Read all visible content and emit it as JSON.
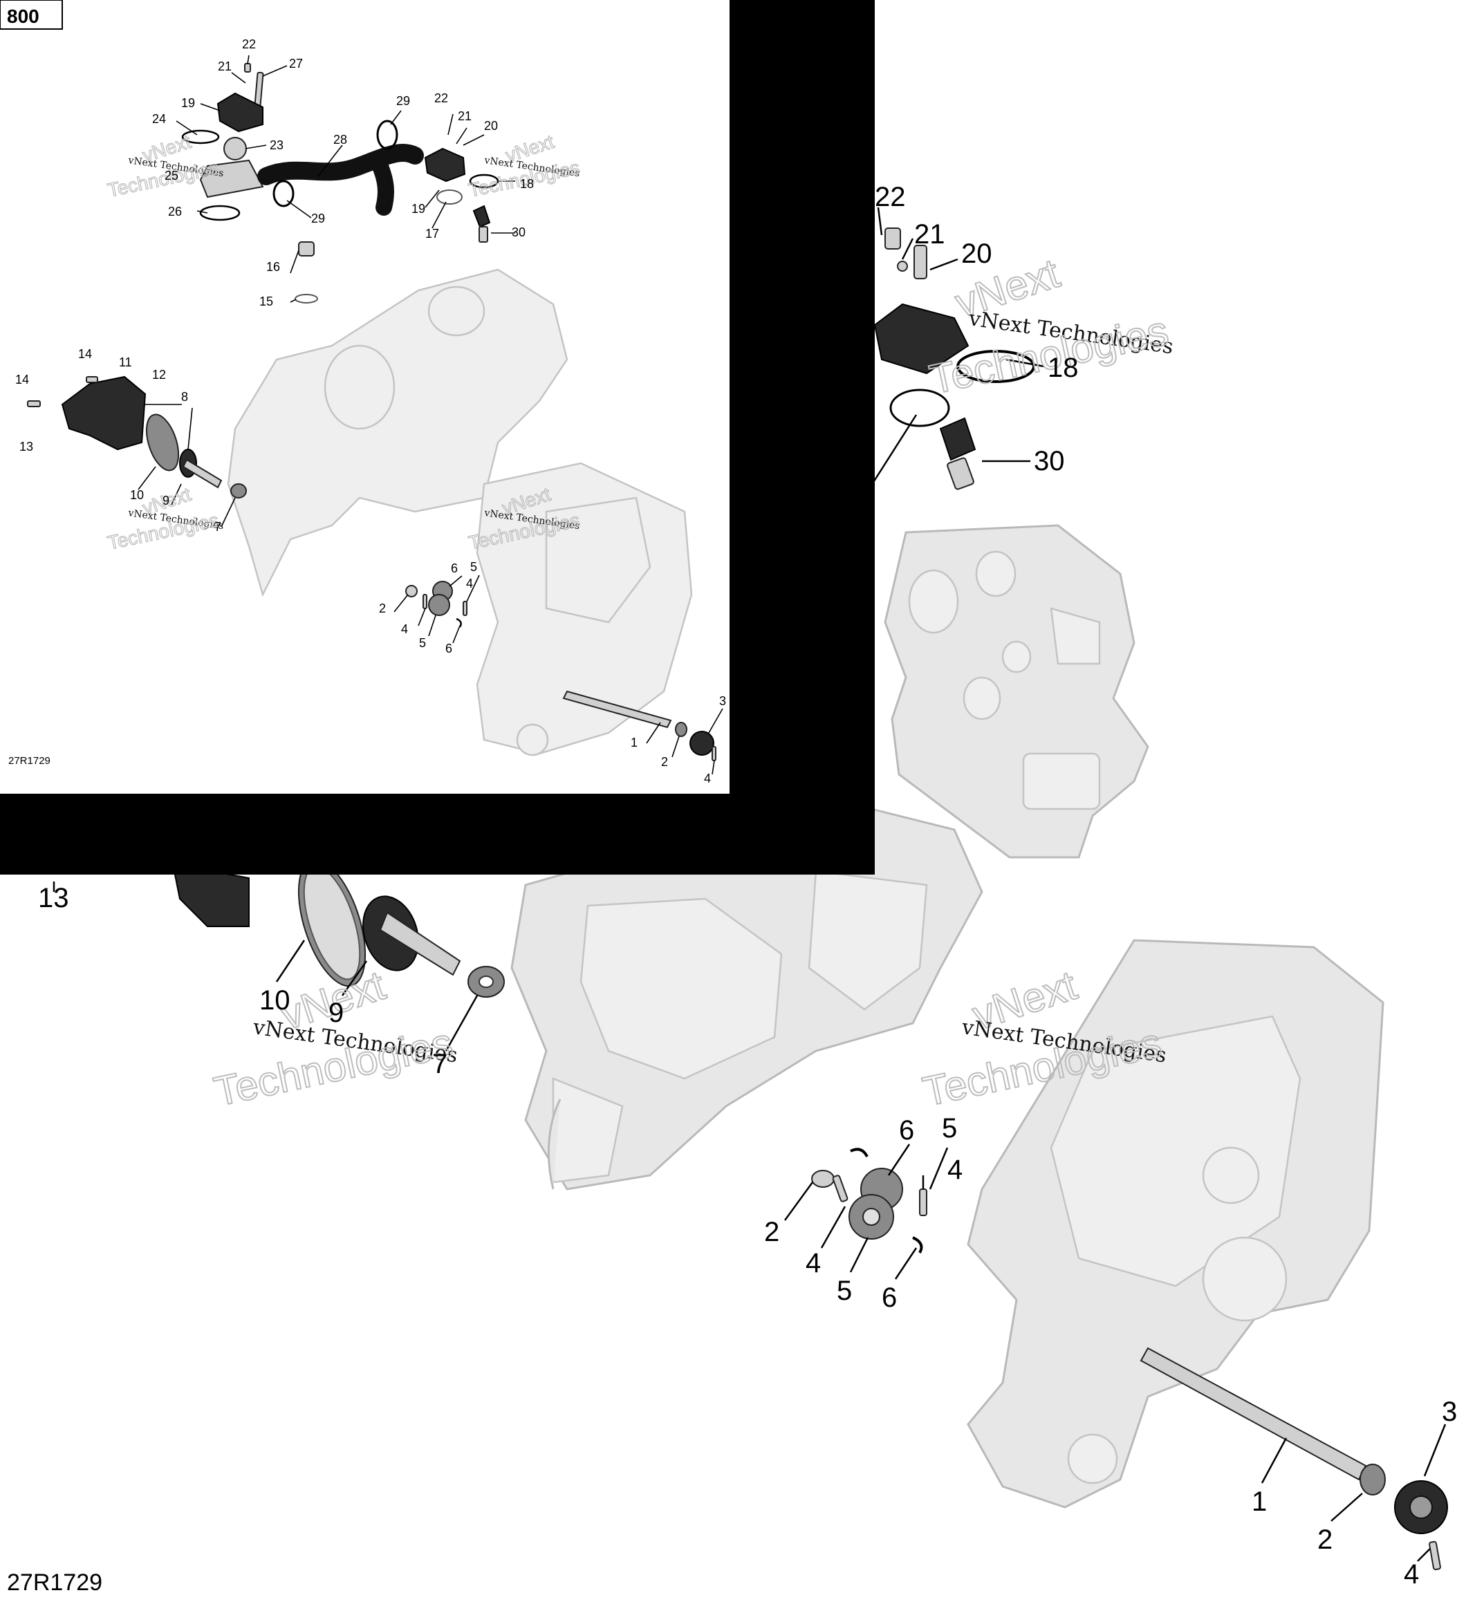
{
  "diagram": {
    "page_number": "800",
    "figure_code_main": "27R1729",
    "figure_code_inset": "27R1729",
    "watermark": {
      "line1": "vNext Technologies",
      "line2": "vNext",
      "line3": "Technologies"
    },
    "colors": {
      "ink": "#000000",
      "ghost_fill": "#e7e7e7",
      "ghost_stroke": "#b9b9b9",
      "dark_part": "#2a2a2a",
      "black_frame": "#000000"
    },
    "main_callouts": {
      "c22": "22",
      "c21": "21",
      "c20": "20",
      "c18": "18",
      "c30": "30",
      "c13": "13",
      "c10": "10",
      "c9": "9",
      "c7": "7",
      "c6a": "6",
      "c5a": "5",
      "c4a": "4",
      "c2a": "2",
      "c4b": "4",
      "c5b": "5",
      "c6b": "6",
      "c3": "3",
      "c1": "1",
      "c2b": "2",
      "c4c": "4"
    },
    "inset_callouts": {
      "c22a": "22",
      "c21a": "21",
      "c27": "27",
      "c19a": "19",
      "c24": "24",
      "c23": "23",
      "c25": "25",
      "c26": "26",
      "c28": "28",
      "c29a": "29",
      "c29b": "29",
      "c22b": "22",
      "c21b": "21",
      "c20": "20",
      "c18": "18",
      "c19b": "19",
      "c17": "17",
      "c30": "30",
      "c16": "16",
      "c15": "15",
      "c14a": "14",
      "c14b": "14",
      "c11": "11",
      "c12": "12",
      "c8": "8",
      "c13": "13",
      "c10": "10",
      "c9": "9",
      "c7": "7",
      "c6a": "6",
      "c5a": "5",
      "c2a": "2",
      "c4a": "4",
      "c5b": "5",
      "c6b": "6",
      "c4b": "4",
      "c3": "3",
      "c1": "1",
      "c2b": "2",
      "c4c": "4"
    }
  }
}
